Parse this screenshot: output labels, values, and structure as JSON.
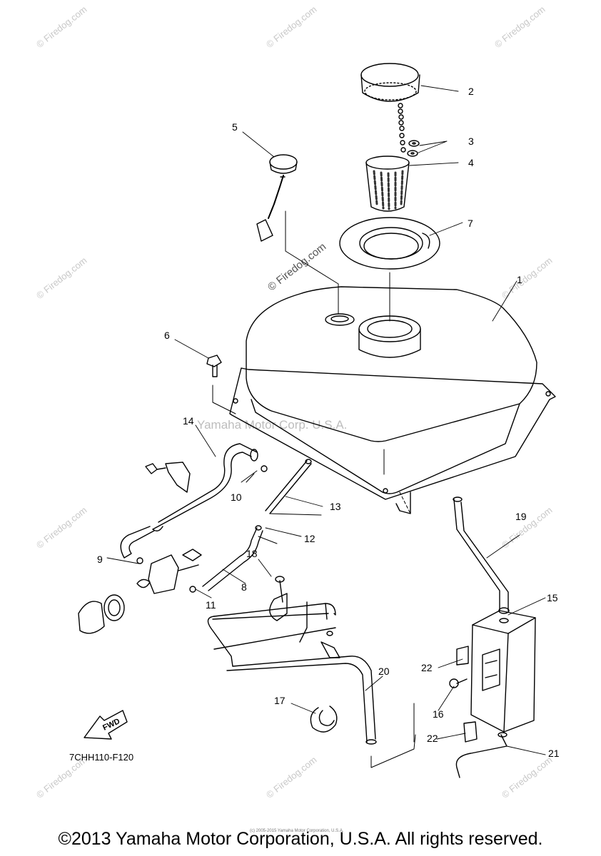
{
  "watermark_text": "© Firedog.com",
  "center_watermark": "© Firedog.com",
  "corp_watermark": "Yamaha Motor Corp. U.S.A.",
  "callouts": [
    "1",
    "2",
    "3",
    "4",
    "5",
    "6",
    "7",
    "8",
    "9",
    "10",
    "11",
    "12",
    "13",
    "14",
    "15",
    "16",
    "17",
    "18",
    "19",
    "20",
    "21",
    "22",
    "22"
  ],
  "fwd_label": "FWD",
  "diagram_code": "7CHH110-F120",
  "footer": "©2013 Yamaha Motor Corporation, U.S.A. All rights reserved.",
  "tiny_print": "(c) 2005-2015 Yamaha Motor Corporation, U.S.A."
}
